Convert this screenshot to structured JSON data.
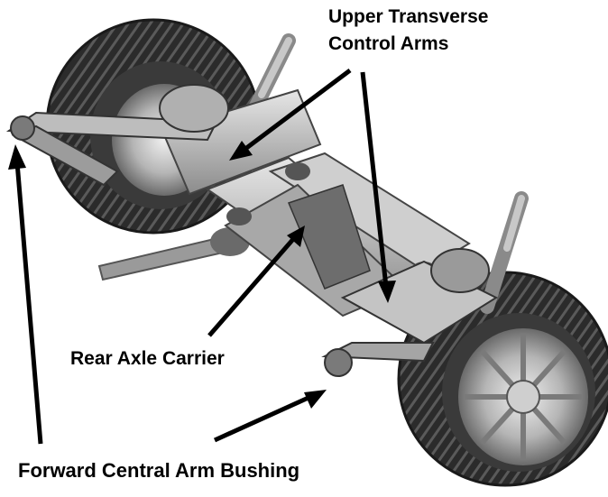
{
  "labels": {
    "upper_line1": "Upper Transverse",
    "upper_line2": "Control Arms",
    "rear_axle_carrier": "Rear Axle Carrier",
    "forward_bushing": "Forward Central Arm Bushing"
  },
  "colors": {
    "ink": "#000000",
    "tire": "#2a2a2a",
    "metal_light": "#d8d8d8",
    "metal_mid": "#9a9a9a",
    "metal_dark": "#4a4a4a"
  }
}
